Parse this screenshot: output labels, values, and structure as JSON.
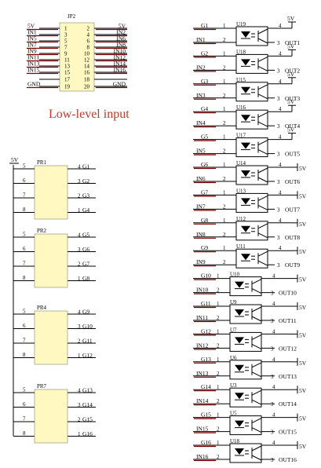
{
  "title": "Low-level input",
  "header": {
    "ref": "JP2",
    "rows": [
      {
        "left": "5V",
        "p1": "1",
        "p2": "2",
        "right": "5V"
      },
      {
        "left": "IN1",
        "p1": "3",
        "p2": "4",
        "right": "IN2"
      },
      {
        "left": "IN5",
        "p1": "5",
        "p2": "6",
        "right": "IN6"
      },
      {
        "left": "IN7",
        "p1": "7",
        "p2": "8",
        "right": "IN8"
      },
      {
        "left": "IN9",
        "p1": "9",
        "p2": "10",
        "right": "IN10"
      },
      {
        "left": "IN11",
        "p1": "11",
        "p2": "12",
        "right": "IN12"
      },
      {
        "left": "IN13",
        "p1": "13",
        "p2": "14",
        "right": "IN14"
      },
      {
        "left": "IN15",
        "p1": "15",
        "p2": "16",
        "right": "IN16"
      },
      {
        "left": "GND",
        "p1": "19",
        "p2": "20",
        "right": "GND"
      }
    ],
    "middle_row": {
      "p1": "17",
      "p2": "18"
    }
  },
  "resistor_arrays": {
    "supply": "5V",
    "arrays": [
      {
        "ref": "PR1",
        "pins": [
          {
            "left": "5",
            "right": "4",
            "net": "G1"
          },
          {
            "left": "6",
            "right": "3",
            "net": "G2"
          },
          {
            "left": "7",
            "right": "2",
            "net": "G3"
          },
          {
            "left": "8",
            "right": "1",
            "net": "G4"
          }
        ]
      },
      {
        "ref": "PR2",
        "pins": [
          {
            "left": "5",
            "right": "4",
            "net": "G5"
          },
          {
            "left": "6",
            "right": "3",
            "net": "G6"
          },
          {
            "left": "7",
            "right": "2",
            "net": "G7"
          },
          {
            "left": "8",
            "right": "1",
            "net": "G8"
          }
        ]
      },
      {
        "ref": "PR4",
        "pins": [
          {
            "left": "5",
            "right": "4",
            "net": "G9"
          },
          {
            "left": "6",
            "right": "3",
            "net": "G10"
          },
          {
            "left": "7",
            "right": "2",
            "net": "G11"
          },
          {
            "left": "8",
            "right": "1",
            "net": "G12"
          }
        ]
      },
      {
        "ref": "PR7",
        "pins": [
          {
            "left": "5",
            "right": "4",
            "net": "G13"
          },
          {
            "left": "6",
            "right": "3",
            "net": "G14"
          },
          {
            "left": "7",
            "right": "2",
            "net": "G15"
          },
          {
            "left": "8",
            "right": "1",
            "net": "G16"
          }
        ]
      }
    ]
  },
  "optocouplers": [
    {
      "ref": "U19",
      "g": "G1",
      "in": "IN1",
      "out": "OUT1",
      "vcc": "5V",
      "p1": "1",
      "p2": "2",
      "p3": "3",
      "p4": "4"
    },
    {
      "ref": "U18",
      "g": "G2",
      "in": "IN2",
      "out": "OUT2",
      "vcc": "5V",
      "p1": "1",
      "p2": "2",
      "p3": "3",
      "p4": "4"
    },
    {
      "ref": "U15",
      "g": "G3",
      "in": "IN3",
      "out": "OUT3",
      "vcc": "5V",
      "p1": "1",
      "p2": "2",
      "p3": "3",
      "p4": "4"
    },
    {
      "ref": "U16",
      "g": "G4",
      "in": "IN4",
      "out": "OUT4",
      "vcc": "5V",
      "p1": "1",
      "p2": "2",
      "p3": "3",
      "p4": "4"
    },
    {
      "ref": "U17",
      "g": "G5",
      "in": "IN5",
      "out": "OUT5",
      "vcc": "5V",
      "p1": "1",
      "p2": "2",
      "p3": "3",
      "p4": "4"
    },
    {
      "ref": "U14",
      "g": "G6",
      "in": "IN6",
      "out": "OUT6",
      "vcc": "5V",
      "p1": "1",
      "p2": "2",
      "p3": "3",
      "p4": "4"
    },
    {
      "ref": "U13",
      "g": "G7",
      "in": "IN7",
      "out": "OUT7",
      "vcc": "5V",
      "p1": "1",
      "p2": "2",
      "p3": "3",
      "p4": "4"
    },
    {
      "ref": "U12",
      "g": "G8",
      "in": "IN8",
      "out": "OUT8",
      "vcc": "5V",
      "p1": "1",
      "p2": "2",
      "p3": "3",
      "p4": "4"
    },
    {
      "ref": "U11",
      "g": "G9",
      "in": "IN9",
      "out": "OUT9",
      "vcc": "5V",
      "p1": "1",
      "p2": "2",
      "p3": "3",
      "p4": "4"
    },
    {
      "ref": "U10",
      "g": "G10",
      "in": "IN10",
      "out": "OUT10",
      "vcc": "5V",
      "p1": "1",
      "p2": "2",
      "p3": "3",
      "p4": "4"
    },
    {
      "ref": "U9",
      "g": "G11",
      "in": "IN11",
      "out": "OUT11",
      "vcc": "5V",
      "p1": "1",
      "p2": "2",
      "p3": "3",
      "p4": "4"
    },
    {
      "ref": "U7",
      "g": "G12",
      "in": "IN12",
      "out": "OUT12",
      "vcc": "5V",
      "p1": "1",
      "p2": "2",
      "p3": "3",
      "p4": "4"
    },
    {
      "ref": "U6",
      "g": "G13",
      "in": "IN13",
      "out": "OUT13",
      "vcc": "5V",
      "p1": "1",
      "p2": "2",
      "p3": "3",
      "p4": "4"
    },
    {
      "ref": "U3",
      "g": "G14",
      "in": "IN14",
      "out": "OUT14",
      "vcc": "5V",
      "p1": "1",
      "p2": "2",
      "p3": "3",
      "p4": "4"
    },
    {
      "ref": "U5",
      "g": "G15",
      "in": "IN15",
      "out": "OUT15",
      "vcc": "5V",
      "p1": "1",
      "p2": "2",
      "p3": "3",
      "p4": "4"
    },
    {
      "ref": "U18",
      "g": "G16",
      "in": "IN16",
      "out": "OUT16",
      "vcc": "5V",
      "p1": "1",
      "p2": "2",
      "p3": "3",
      "p4": "4"
    }
  ]
}
